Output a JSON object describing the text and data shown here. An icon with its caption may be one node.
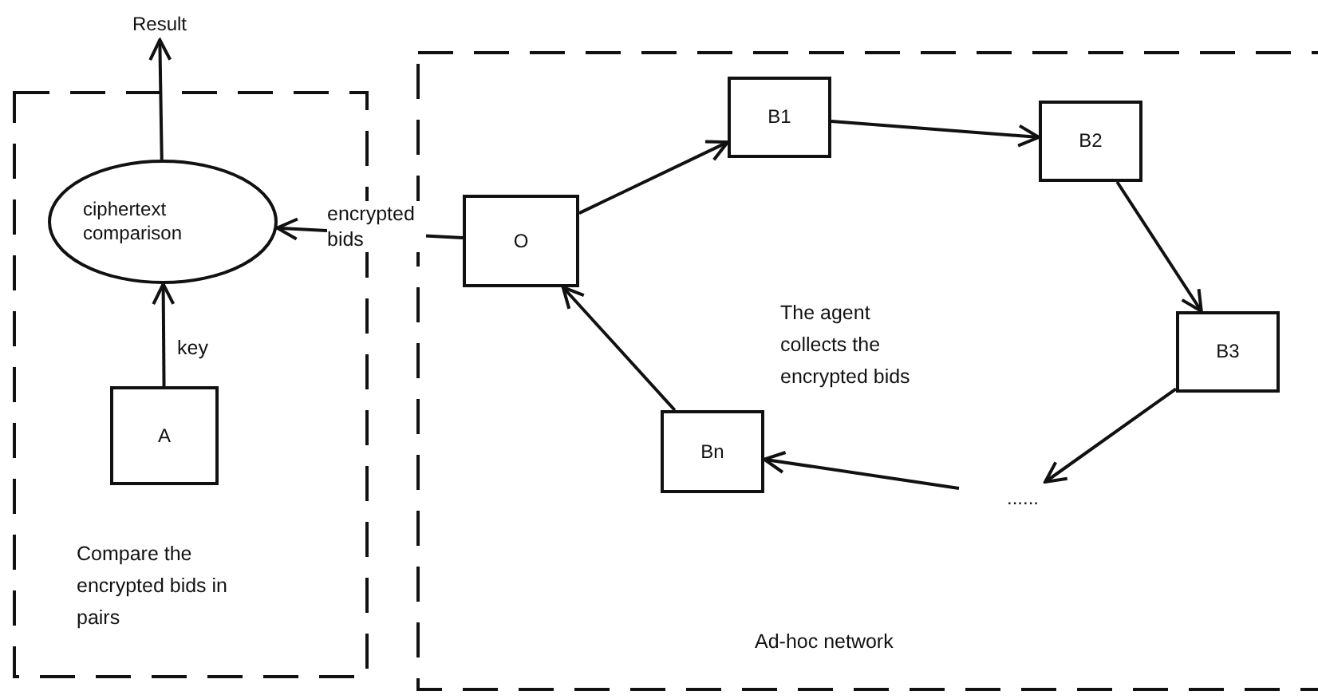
{
  "diagram": {
    "nodes": [
      {
        "text": [
          "Compare the encrypted bids in pairs"
        ]
      },
      {
        "text": [
          "ciphertext comparison"
        ],
        "in": 0
      },
      {
        "text": [
          "A"
        ],
        "in": 0
      },
      {
        "text": [
          "Result"
        ]
      },
      {
        "text": [
          "Ad-hoc network"
        ]
      },
      {
        "text": [
          "O"
        ],
        "in": 4
      },
      {
        "text": [
          "B1"
        ],
        "in": 4
      },
      {
        "text": [
          "B2"
        ],
        "in": 4
      },
      {
        "text": [
          "B3"
        ],
        "in": 4
      },
      {
        "text": [
          "......"
        ],
        "in": 4
      },
      {
        "text": [
          "Bn"
        ],
        "in": 4
      }
    ],
    "edges": [
      {
        "from": 1,
        "to": 3,
        "arrow": "to"
      },
      {
        "from": 2,
        "to": 1,
        "arrow": "to",
        "label": "key"
      },
      {
        "from": 5,
        "to": 1,
        "arrow": "to",
        "label": "encrypted bids"
      },
      {
        "from": 5,
        "to": 6,
        "arrow": "to"
      },
      {
        "from": 6,
        "to": 7,
        "arrow": "to"
      },
      {
        "from": 7,
        "to": 8,
        "arrow": "to"
      },
      {
        "from": 8,
        "to": 9,
        "arrow": "to"
      },
      {
        "from": 9,
        "to": 10,
        "arrow": "to"
      },
      {
        "from": 10,
        "to": 5,
        "arrow": "to"
      }
    ],
    "labels": [
      "The agent collects the encrypted bids"
    ]
  }
}
